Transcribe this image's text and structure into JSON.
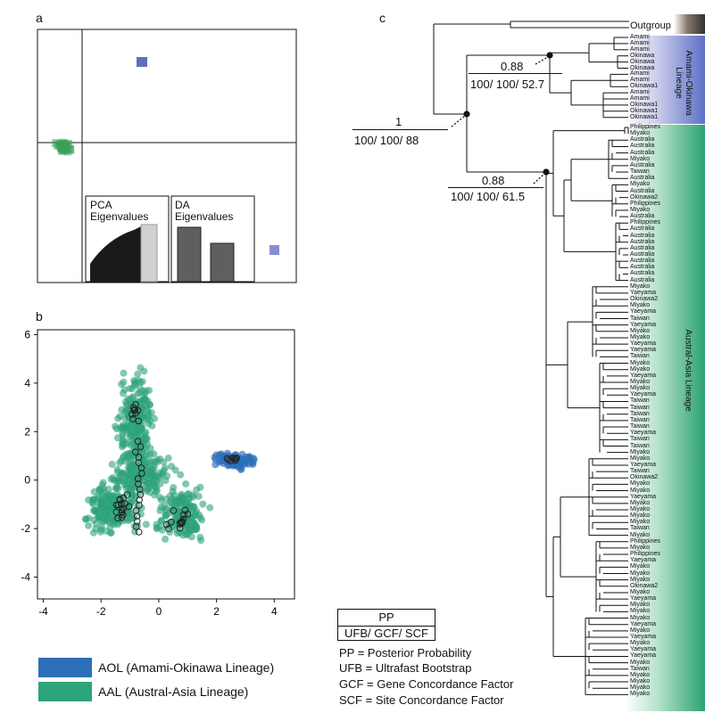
{
  "panel_a": {
    "letter": "a",
    "pca_label_1": "PCA",
    "pca_label_2": "Eigenvalues",
    "da_label_1": "DA",
    "da_label_2": "Eigenvalues",
    "colors": {
      "aol": "#4455b0",
      "aal": "#3aa05a"
    }
  },
  "panel_b": {
    "letter": "b",
    "chart_data": {
      "type": "scatter",
      "x_ticks": [
        "-4",
        "-2",
        "0",
        "2",
        "4"
      ],
      "y_ticks": [
        "6",
        "4",
        "2",
        "0",
        "-2",
        "-4"
      ],
      "xlim": [
        -4.2,
        4.7
      ],
      "ylim": [
        -4.9,
        6.2
      ],
      "series": [
        {
          "name": "AOL (Amami-Okinawa Lineage)",
          "color": "#2e6fba",
          "center": [
            2.6,
            0.8
          ]
        },
        {
          "name": "AAL (Austral-Asia Lineage)",
          "color": "#2ea47a",
          "center": [
            -0.8,
            0.5
          ]
        }
      ]
    }
  },
  "legend": {
    "aol_label": "AOL (Amami-Okinawa Lineage)",
    "aal_label": "AAL (Austral-Asia Lineage)",
    "aol_color": "#2e6fba",
    "aal_color": "#2ea47a"
  },
  "key": {
    "top": "PP",
    "bottom": "UFB/ GCF/ SCF",
    "lines": [
      "PP = Posterior Probability",
      "UFB = Ultrafast Bootstrap",
      "GCF = Gene Concordance Factor",
      "SCF = Site Concordance Factor"
    ]
  },
  "panel_c": {
    "letter": "c",
    "outgroup": "Outgroup",
    "aol_lineage_label": "Amami-Okinawa Lineage",
    "aal_lineage_label": "Austral-Asia Lineage",
    "root_support": {
      "pp": "1",
      "rest": "100/ 100/ 88"
    },
    "aol_support": {
      "pp": "0.88",
      "rest": "100/ 100/ 52.7"
    },
    "aal_support": {
      "pp": "0.88",
      "rest": "100/ 100/ 61.5"
    },
    "aol_tips": [
      "Amami",
      "Amami",
      "Amami",
      "Okinawa",
      "Okinawa",
      "Okinawa",
      "Amami",
      "Amami",
      "Okinawa1",
      "Amami",
      "Amami",
      "Okinawa1",
      "Okinawa1",
      "Okinawa1"
    ],
    "aal_tips": [
      "Philippines",
      "Miyako",
      "Australia",
      "Australia",
      "Australia",
      "Miyako",
      "Australia",
      "Taiwan",
      "Australia",
      "Miyako",
      "Australia",
      "Okinawa2",
      "Philippines",
      "Miyako",
      "Australia",
      "Philippines",
      "Australia",
      "Australia",
      "Australia",
      "Australia",
      "Australia",
      "Australia",
      "Australia",
      "Australia",
      "Australia",
      "Miyako",
      "Yaeyama",
      "Okinawa2",
      "Miyako",
      "Yaeyama",
      "Taiwan",
      "Yaeyama",
      "Miyako",
      "Miyako",
      "Yaeyama",
      "Yaeyama",
      "Taiwan",
      "Miyako",
      "Miyako",
      "Yaeyama",
      "Miyako",
      "Miyako",
      "Yaeyama",
      "Taiwan",
      "Taiwan",
      "Taiwan",
      "Taiwan",
      "Taiwan",
      "Yaeyama",
      "Taiwan",
      "Taiwan",
      "Miyako",
      "Miyako",
      "Yaeyama",
      "Taiwan",
      "Okinawa2",
      "Miyako",
      "Miyako",
      "Yaeyama",
      "Miyako",
      "Miyako",
      "Miyako",
      "Miyako",
      "Taiwan",
      "Miyako",
      "Philippines",
      "Miyako",
      "Philippines",
      "Yaeyama",
      "Miyako",
      "Miyako",
      "Miyako",
      "Okinawa2",
      "Miyako",
      "Yaeyama",
      "Miyako",
      "Miyako",
      "Miyako",
      "Yaeyama",
      "Miyako",
      "Yaeyama",
      "Miyako",
      "Yaeyama",
      "Yaeyama",
      "Miyako",
      "Taiwan",
      "Miyako",
      "Miyako",
      "Miyako",
      "Miyako"
    ]
  }
}
